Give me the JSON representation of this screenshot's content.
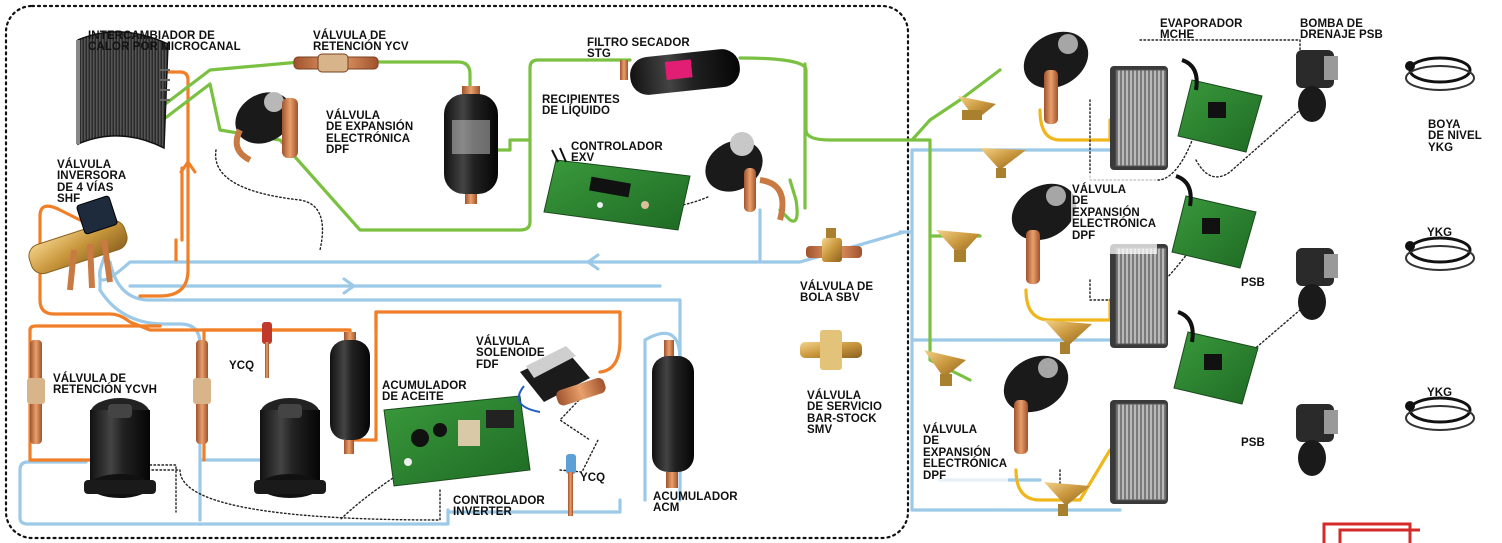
{
  "colors": {
    "liquid_line": "#7ac142",
    "gas_line": "#9cc9e8",
    "discharge_line": "#f07f28",
    "signal_line": "#222222",
    "boundary": "#111111",
    "pcb_green": "#2e7d32",
    "copper": "#c8723a",
    "brass": "#d4a64a"
  },
  "labels": {
    "microcanal": [
      "INTERCAMBIADOR DE",
      "CALOR POR MICROCANAL"
    ],
    "ycv": [
      "VÁLVULA DE",
      "RETENCIÓN YCV"
    ],
    "stg": [
      "FILTRO SECADOR",
      "STG"
    ],
    "recipientes": [
      "RECIPIENTES",
      "DE LÍQUIDO"
    ],
    "dpf_outdoor": [
      "VÁLVULA",
      "DE EXPANSIÓN",
      "ELECTRÓNICA",
      "DPF"
    ],
    "shf": [
      "VÁLVULA",
      "INVERSORA",
      "DE 4 VÍAS",
      "SHF"
    ],
    "exv": [
      "CONTROLADOR",
      "EXV"
    ],
    "sbv": [
      "VÁLVULA DE",
      "BOLA SBV"
    ],
    "ycq_1": [
      "YCQ"
    ],
    "ycvh": [
      "VÁLVULA DE",
      "RETENCIÓN YCVH"
    ],
    "aceite": [
      "ACUMULADOR",
      "DE ACEITE"
    ],
    "fdf": [
      "VÁLVULA",
      "SOLENOIDE",
      "FDF"
    ],
    "smv": [
      "VÁLVULA",
      "DE SERVICIO",
      "BAR-STOCK",
      "SMV"
    ],
    "ycq_2": [
      "YCQ"
    ],
    "inverter": [
      "CONTROLADOR",
      "INVERTER"
    ],
    "acm": [
      "ACUMULADOR",
      "ACM"
    ],
    "mche": [
      "EVAPORADOR",
      "MCHE"
    ],
    "psb_top": [
      "BOMBA DE",
      "DRENAJE PSB"
    ],
    "ykg_top": [
      "BOYA",
      "DE NIVEL",
      "YKG"
    ],
    "dpf_mid": [
      "VÁLVULA",
      "DE",
      "EXPANSIÓN",
      "ELECTRÓNICA",
      "DPF"
    ],
    "ykg_mid": [
      "YKG"
    ],
    "psb_mid": [
      "PSB"
    ],
    "ykg_bot": [
      "YKG"
    ],
    "psb_bot": [
      "PSB"
    ],
    "dpf_bot": [
      "VÁLVULA",
      "DE",
      "EXPANSIÓN",
      "ELECTRÓNICA",
      "DPF"
    ]
  }
}
